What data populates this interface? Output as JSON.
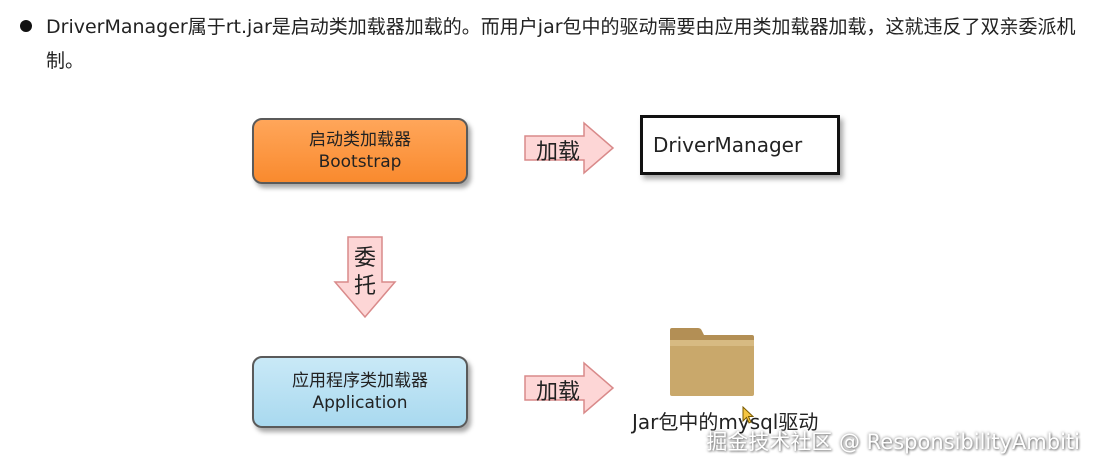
{
  "bullet": {
    "text": "DriverManager属于rt.jar是启动类加载器加载的。而用户jar包中的驱动需要由应用类加载器加载，这就违反了双亲委派机制。"
  },
  "diagram": {
    "bootstrap_box": {
      "line1": "启动类加载器",
      "line2": "Bootstrap"
    },
    "application_box": {
      "line1": "应用程序类加载器",
      "line2": "Application"
    },
    "top_arrow_label": "加载",
    "bottom_arrow_label": "加载",
    "delegate_arrow_label_1": "委",
    "delegate_arrow_label_2": "托",
    "driver_manager_label": "DriverManager",
    "folder_caption": "Jar包中的mysql驱动"
  },
  "watermark": "掘金技术社区 @ ResponsibilityAmbiti",
  "colors": {
    "bootstrap_fill": "#f98a2e",
    "application_fill": "#a9d9ef",
    "arrow_fill": "#fdd6d6",
    "arrow_stroke": "#d98a8a",
    "folder_fill": "#c9a86b"
  },
  "icons": {
    "folder": "folder-icon",
    "cursor": "mouse-cursor-icon"
  }
}
